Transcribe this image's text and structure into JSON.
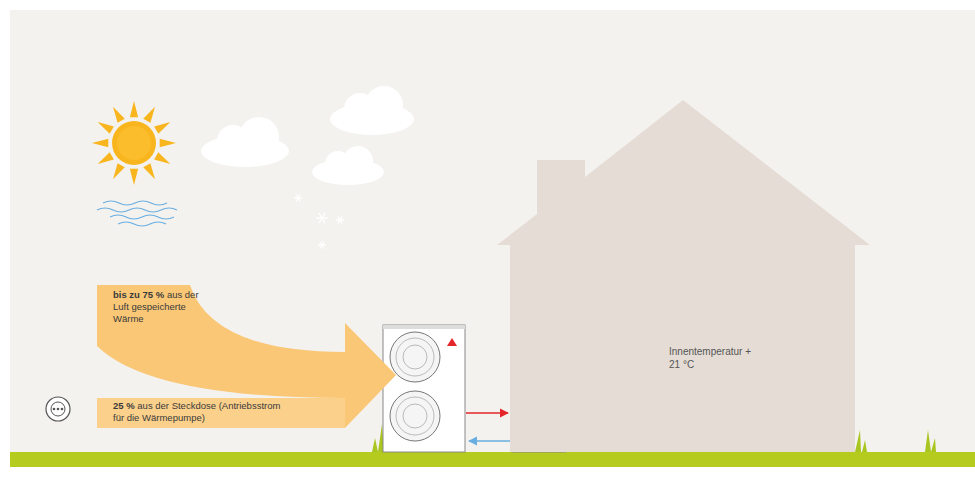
{
  "diagram": {
    "nodes": [
      {
        "text": [
          "bis zu 75 %",
          "aus der Luft gespeicherte Wärme",
          "25 %",
          "aus der Steckdose (Antriebsstrom für die Wärmepumpe)"
        ]
      },
      {
        "text": [
          "Innentemperatur + 21 °C"
        ]
      }
    ]
  }
}
